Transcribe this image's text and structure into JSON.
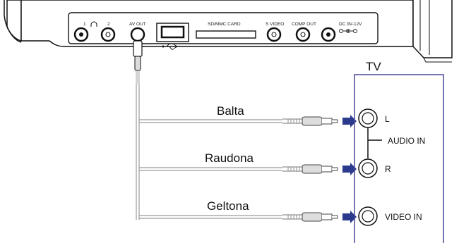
{
  "player": {
    "ports": {
      "headphone_1": "1",
      "headphone_2": "2",
      "av_out": "AV OUT",
      "sd_card": "SD/MMC CARD",
      "s_video": "S VIDEO",
      "comp_out": "COMP OUT",
      "dc_in": "DC 9V-12V"
    }
  },
  "cables": {
    "white": "Balta",
    "red": "Raudona",
    "yellow": "Geltona"
  },
  "tv": {
    "title": "TV",
    "left": "L",
    "right": "R",
    "audio_in": "AUDIO IN",
    "video_in": "VIDEO IN"
  },
  "colors": {
    "arrow": "#2b3a8c",
    "tv_panel_border": "#4a4a9a",
    "cable_line": "#8a8a8a"
  }
}
